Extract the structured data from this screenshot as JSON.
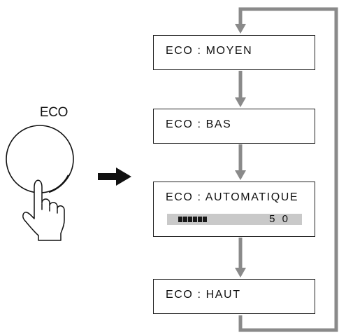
{
  "colors": {
    "arrow_gray": "#8a8a8a",
    "line_black": "#111111",
    "level_bar_bg": "#c9c9c9"
  },
  "button": {
    "label": "ECO",
    "icon": "hand-press-icon"
  },
  "menu": {
    "items": [
      {
        "label": "ECO : MOYEN"
      },
      {
        "label": "ECO : BAS"
      },
      {
        "label": "ECO : AUTOMATIQUE",
        "level_value": "5 0",
        "level_fraction": 0.5
      },
      {
        "label": "ECO : HAUT"
      }
    ]
  }
}
